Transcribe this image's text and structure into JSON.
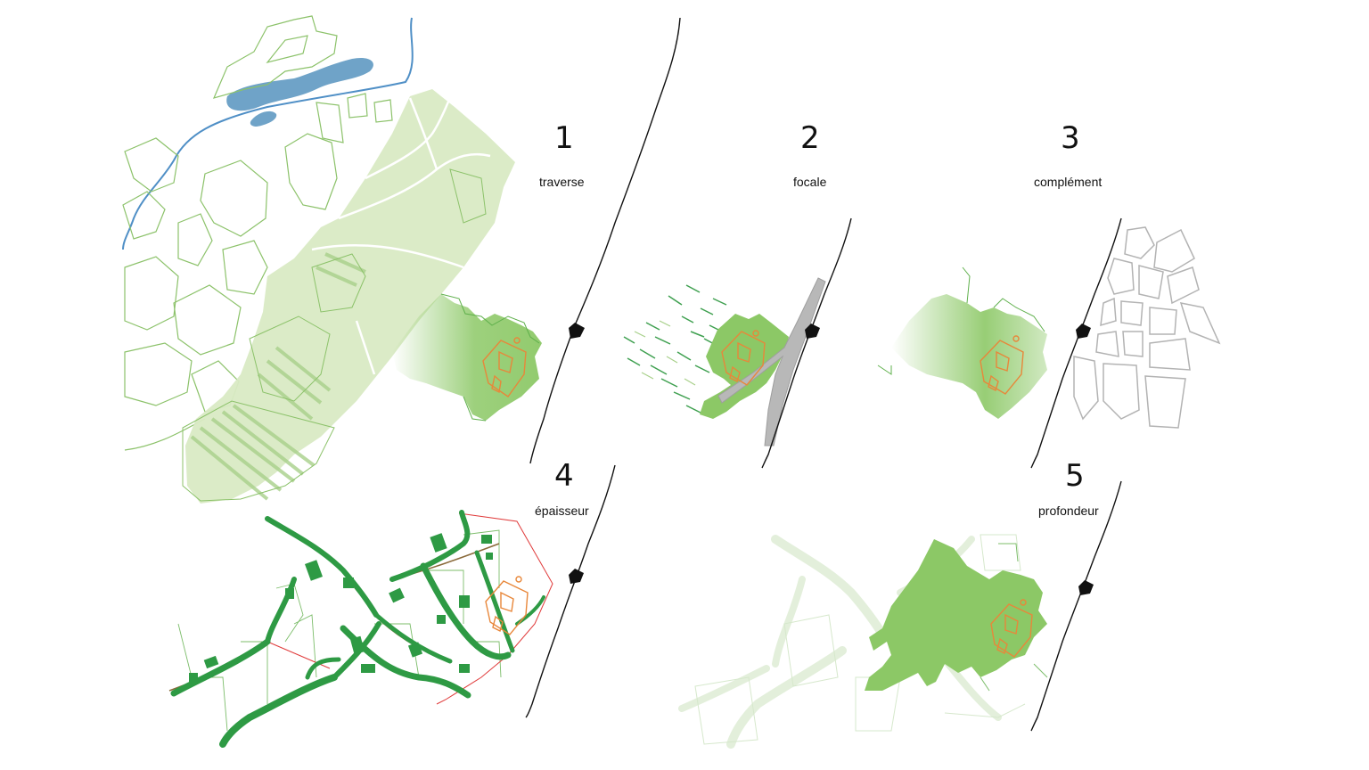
{
  "panels": [
    {
      "number": "1",
      "label": "traverse"
    },
    {
      "number": "2",
      "label": "focale"
    },
    {
      "number": "3",
      "label": "complément"
    },
    {
      "number": "4",
      "label": "épaisseur"
    },
    {
      "number": "5",
      "label": "profondeur"
    }
  ],
  "colors": {
    "water": "#6fa3c8",
    "river": "#4f8fc6",
    "parcel_outline": "#8cc26a",
    "light_green": "#d9eac4",
    "mid_green": "#8cc866",
    "dark_green": "#2e9a44",
    "building": "#e8873a",
    "road_grey": "#b8b8b8",
    "outline_grey": "#b3b3b3",
    "red_line": "#e03a3a",
    "brown_path": "#8a6a3a",
    "black": "#111111"
  }
}
